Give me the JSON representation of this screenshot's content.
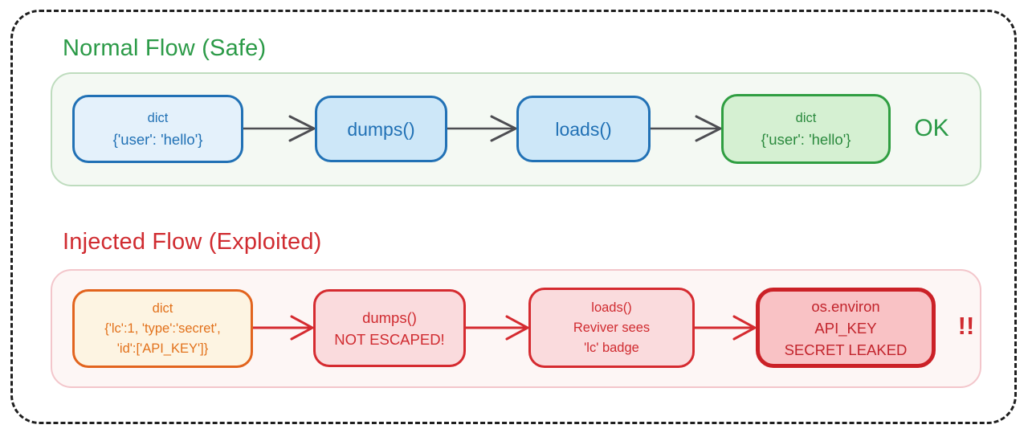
{
  "diagram": {
    "normal": {
      "title": "Normal Flow (Safe)",
      "result": "OK",
      "nodes": [
        {
          "lines": [
            "dict",
            "{'user': 'hello'}"
          ]
        },
        {
          "lines": [
            "dumps()"
          ]
        },
        {
          "lines": [
            "loads()"
          ]
        },
        {
          "lines": [
            "dict",
            "{'user': 'hello'}"
          ]
        }
      ]
    },
    "injected": {
      "title": "Injected Flow (Exploited)",
      "result": "!!",
      "nodes": [
        {
          "lines": [
            "dict",
            "{'lc':1, 'type':'secret',",
            "'id':['API_KEY']}"
          ]
        },
        {
          "lines": [
            "dumps()",
            "NOT ESCAPED!"
          ]
        },
        {
          "lines": [
            "loads()",
            "Reviver sees",
            "'lc' badge"
          ]
        },
        {
          "lines": [
            "os.environ",
            "API_KEY",
            "SECRET LEAKED"
          ]
        }
      ]
    },
    "colors": {
      "safe_green": "#2b9a47",
      "danger_red": "#d02b30",
      "node_blue_border": "#2171b5",
      "node_blue_fill_light": "#e4f1fb",
      "node_blue_fill": "#cde7f8",
      "node_green_fill": "#d5f0d2",
      "node_green_border": "#2f9e41",
      "node_orange_border": "#e2641e",
      "node_orange_fill": "#fdf4e2",
      "node_pink_fill": "#fadbdd",
      "node_pink_dark_fill": "#f9c2c5",
      "node_pink_dark_border": "#cb2127",
      "container_green_fill": "#f4f9f3",
      "container_green_border": "#bedcbe",
      "container_red_fill": "#fdf6f5",
      "container_red_border": "#f3c6cb",
      "arrow_gray": "#4d4d52",
      "outer_border_black": "#1f1f1f"
    }
  }
}
